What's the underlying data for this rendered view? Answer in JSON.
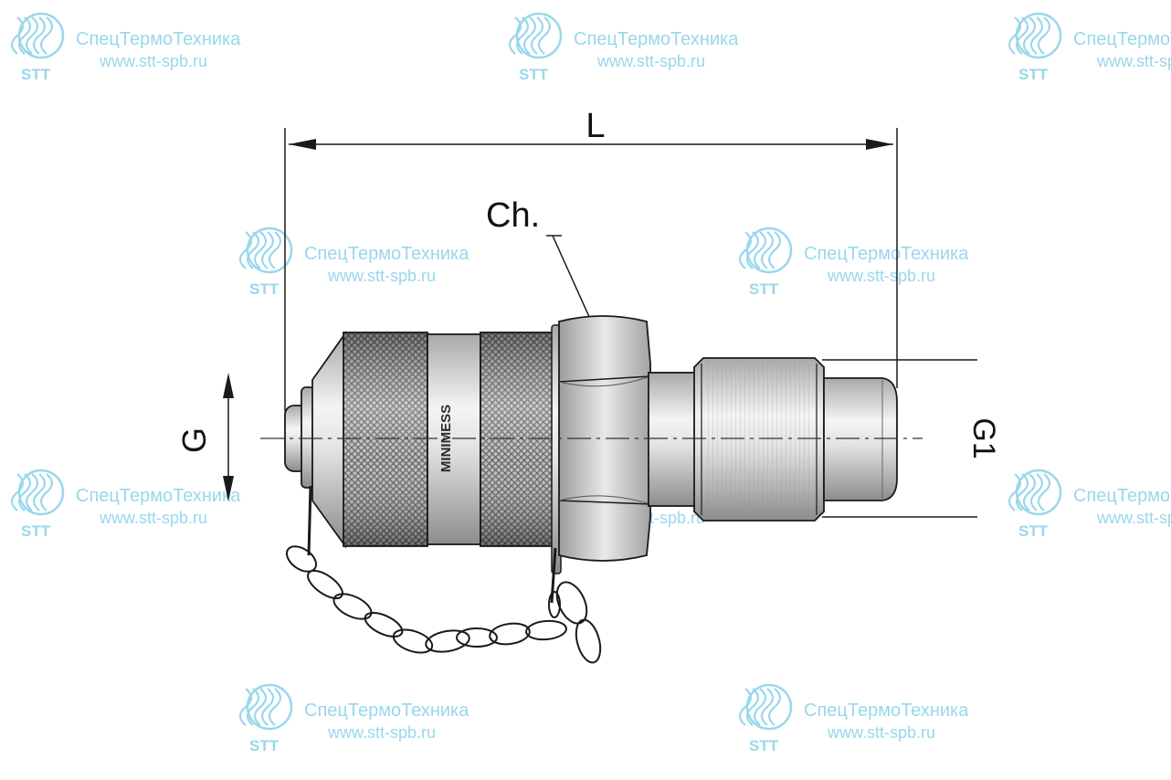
{
  "dimensions": {
    "length_label": "L",
    "wrench_label": "Ch.",
    "inlet_thread_label": "G",
    "outlet_thread_label": "G1"
  },
  "product": {
    "brand_engraving": "MINIMESS"
  },
  "watermark": {
    "brand": "СпецТермоТехника",
    "url": "www.stt-spb.ru",
    "logo_text": "STT",
    "color": "#8fd3ea"
  },
  "colors": {
    "line": "#1a1a1a",
    "metal_light": "#e8e8e8",
    "metal_mid": "#bdbdbd",
    "metal_dark": "#7a7a7a"
  }
}
